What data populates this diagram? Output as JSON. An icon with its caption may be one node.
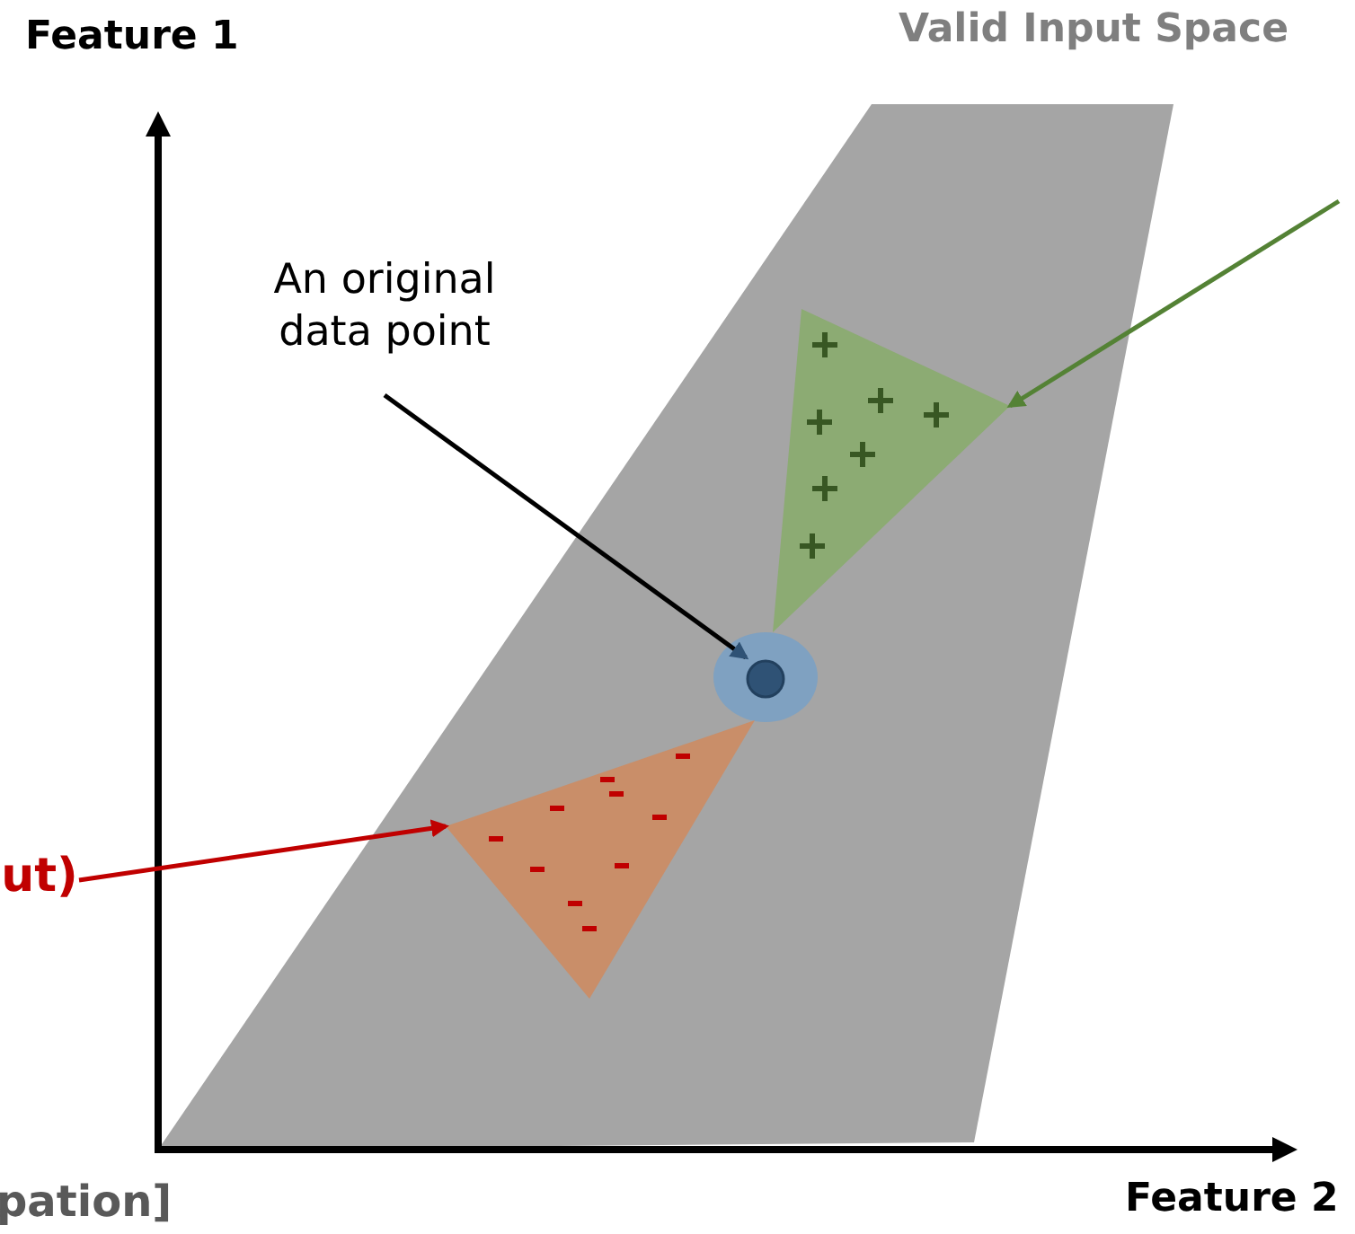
{
  "diagram": {
    "nodes": [
      {
        "text": [
          "An original data point"
        ]
      },
      {
        "text": [],
        "shape": "circle"
      },
      {
        "text": [
          "ut)"
        ]
      },
      {
        "text": [],
        "shape": "triangle"
      },
      {
        "text": [],
        "shape": "triangle"
      }
    ],
    "edges": [
      {
        "from": 0,
        "to": 1,
        "arrow": "to"
      },
      {
        "from": 2,
        "to": 3,
        "arrow": "to",
        "color": "#c00000"
      },
      {
        "from": null,
        "to": 4,
        "arrow": "to",
        "color": "#548235"
      }
    ],
    "labels": [
      "Feature 1",
      "Valid Input Space",
      "pation]",
      "Feature 2"
    ]
  }
}
